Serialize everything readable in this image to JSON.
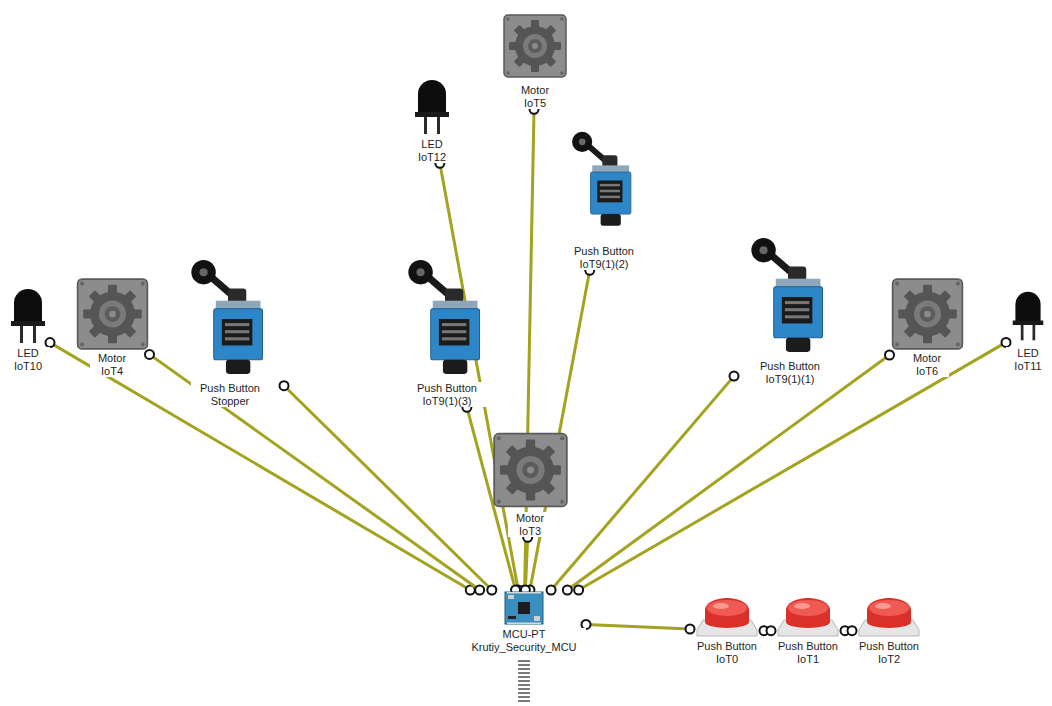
{
  "diagram": {
    "nodes": [
      {
        "text": [
          "Motor IoT5"
        ]
      },
      {
        "text": [
          "LED IoT12"
        ]
      },
      {
        "text": [
          "Push Button IoT9(1)(2)"
        ]
      },
      {
        "text": [
          "LED IoT10"
        ]
      },
      {
        "text": [
          "Motor IoT4"
        ]
      },
      {
        "text": [
          "Push Button Stopper"
        ]
      },
      {
        "text": [
          "Push Button IoT9(1)(3)"
        ]
      },
      {
        "text": [
          "Push Button IoT9(1)(1)"
        ]
      },
      {
        "text": [
          "Motor IoT6"
        ]
      },
      {
        "text": [
          "LED IoT11"
        ]
      },
      {
        "text": [
          "Motor IoT3"
        ]
      },
      {
        "text": [
          "MCU-PT Krutiy_Security_MCU"
        ]
      },
      {
        "text": [
          "Push Button IoT0"
        ]
      },
      {
        "text": [
          "Push Button IoT1"
        ]
      },
      {
        "text": [
          "Push Button IoT2"
        ]
      }
    ],
    "edges": [
      {
        "from": 11,
        "to": 0,
        "arrow": "none"
      },
      {
        "from": 11,
        "to": 1,
        "arrow": "none"
      },
      {
        "from": 11,
        "to": 2,
        "arrow": "none"
      },
      {
        "from": 11,
        "to": 3,
        "arrow": "none"
      },
      {
        "from": 11,
        "to": 4,
        "arrow": "none"
      },
      {
        "from": 11,
        "to": 5,
        "arrow": "none"
      },
      {
        "from": 11,
        "to": 6,
        "arrow": "none"
      },
      {
        "from": 11,
        "to": 7,
        "arrow": "none"
      },
      {
        "from": 11,
        "to": 8,
        "arrow": "none"
      },
      {
        "from": 11,
        "to": 9,
        "arrow": "none"
      },
      {
        "from": 11,
        "to": 10,
        "arrow": "none"
      },
      {
        "from": 11,
        "to": 12,
        "arrow": "none"
      },
      {
        "from": 12,
        "to": 13,
        "arrow": "none"
      },
      {
        "from": 13,
        "to": 14,
        "arrow": "none"
      }
    ]
  }
}
